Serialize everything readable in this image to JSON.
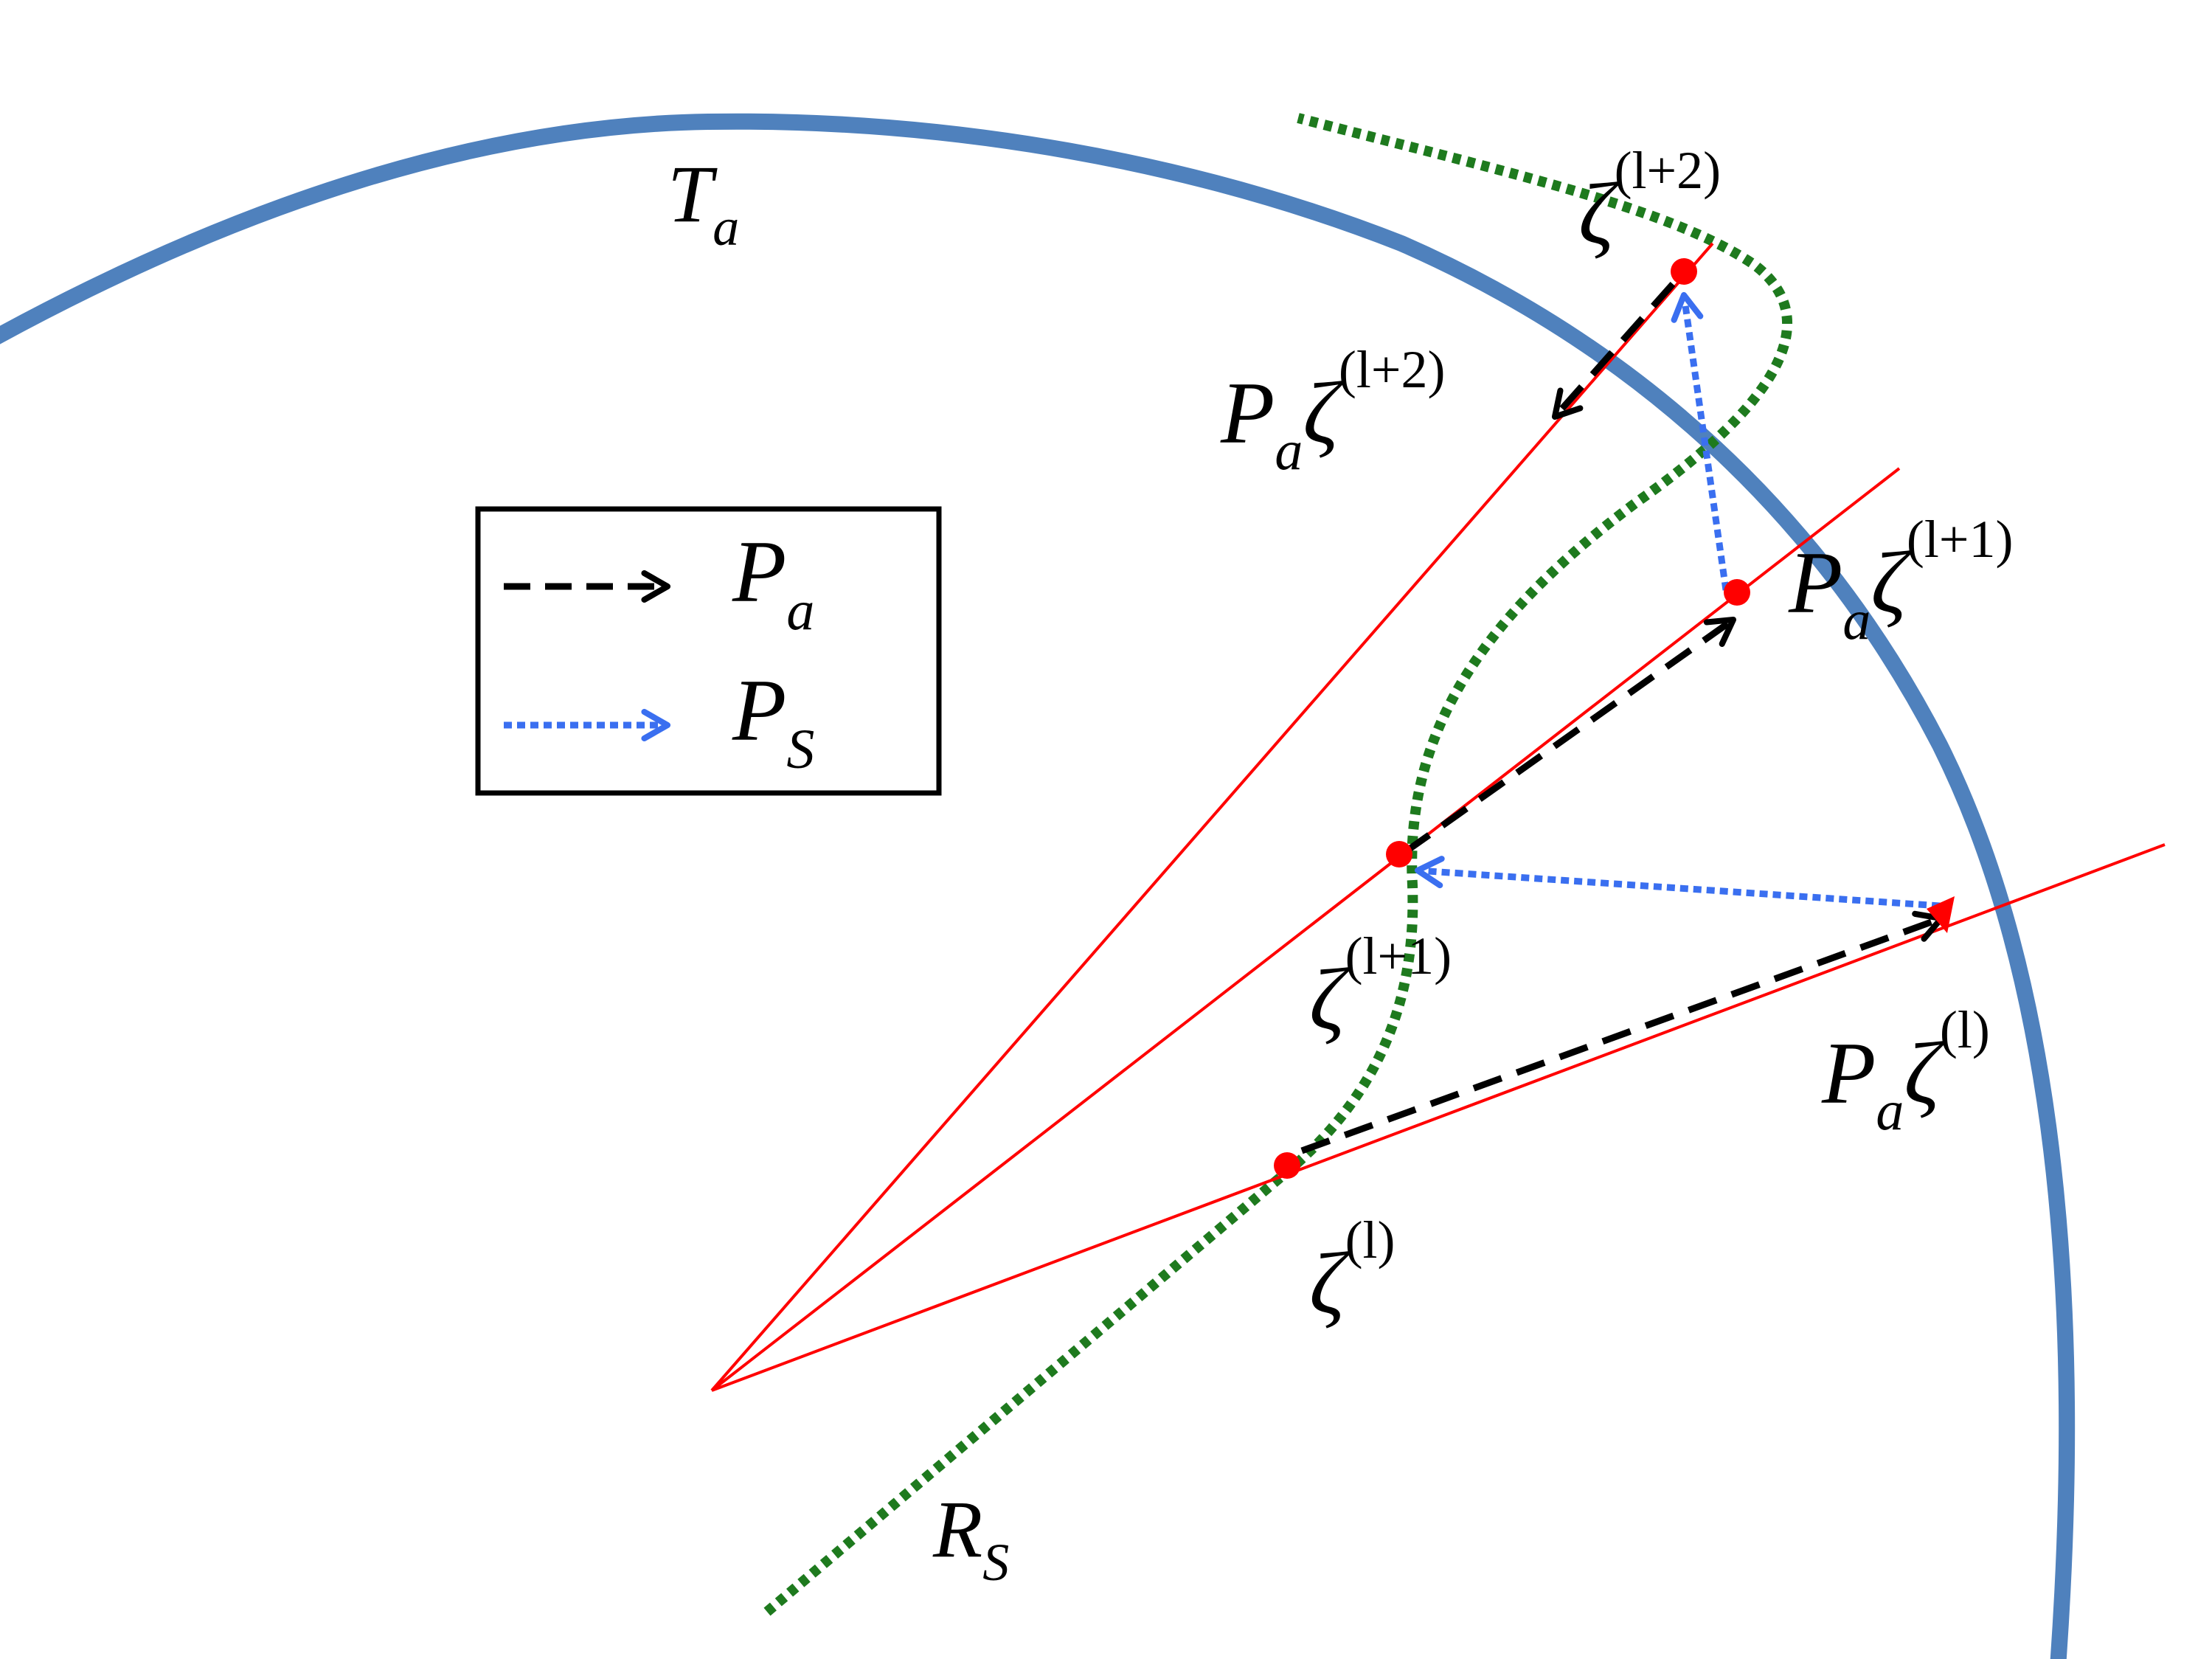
{
  "colors": {
    "circle": "#4F81BD",
    "rays": "#FF0000",
    "points": "#FF0000",
    "curve": "#1E7A1E",
    "pa_arrow": "#000000",
    "ps_arrow": "#3A6FF0",
    "legend_border": "#000000"
  },
  "labels": {
    "ta": {
      "main": "T",
      "sub": "a"
    },
    "rs": {
      "main": "R",
      "sub": "S"
    },
    "zeta_l": {
      "main": "ζ",
      "sup": "(l)"
    },
    "zeta_l1": {
      "main": "ζ",
      "sup": "(l+1)"
    },
    "zeta_l2": {
      "main": "ζ",
      "sup": "(l+2)"
    },
    "pa_zeta_l": {
      "p": "P",
      "sub": "a",
      "main": "ζ",
      "sup": "(l)"
    },
    "pa_zeta_l1": {
      "p": "P",
      "sub": "a",
      "main": "ζ",
      "sup": "(l+1)"
    },
    "pa_zeta_l2": {
      "p": "P",
      "sub": "a",
      "main": "ζ",
      "sup": "(l+2)"
    }
  },
  "legend": {
    "items": [
      {
        "line_style": "dashed",
        "main": "P",
        "sub": "a"
      },
      {
        "line_style": "dotted",
        "main": "P",
        "sub": "S"
      }
    ]
  }
}
